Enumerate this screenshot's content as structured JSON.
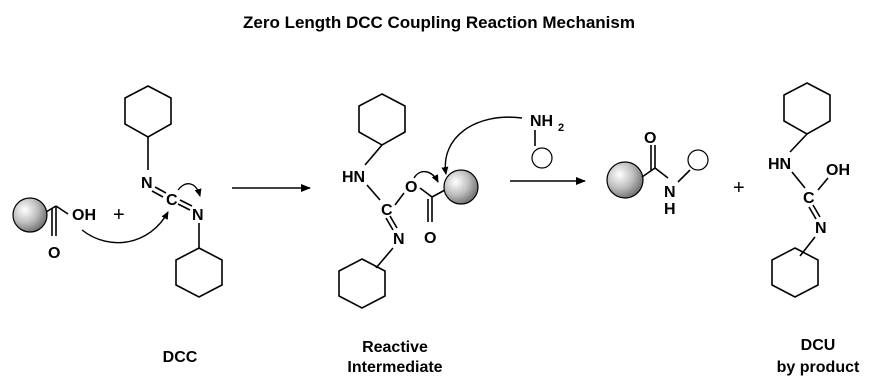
{
  "title": "Zero Length DCC Coupling Reaction Mechanism",
  "labels": {
    "dcc": "DCC",
    "reactive_1": "Reactive",
    "reactive_2": "Intermediate",
    "dcu_1": "DCU",
    "dcu_2": "by product"
  },
  "atoms": {
    "oh": "OH",
    "o": "O",
    "n": "N",
    "c": "C",
    "hn": "HN",
    "nh": "NH",
    "nh2_sub": "2",
    "h": "H"
  },
  "plus": "+",
  "colors": {
    "ink": "#000000",
    "sphere_light": "#ffffff",
    "sphere_dark": "#7a7a7a"
  }
}
